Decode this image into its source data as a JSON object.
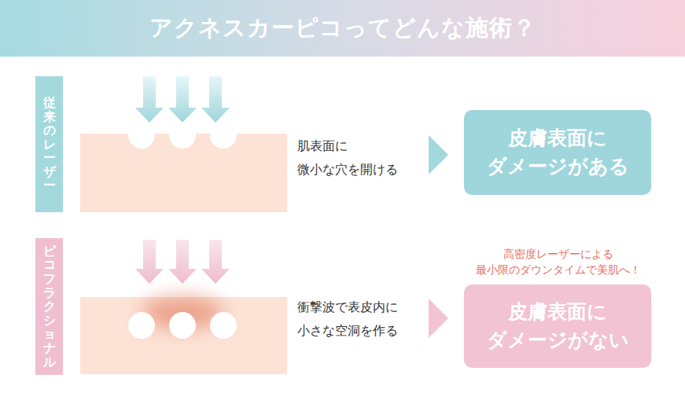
{
  "diagram": {
    "title": "アクネスカーピコってどんな施術？",
    "nodes": [
      {
        "text": [
          "従来のレーザー"
        ]
      },
      {
        "text": [
          "皮膚表面に ダメージがある"
        ]
      },
      {
        "text": [
          "ピコフラクショナル"
        ]
      },
      {
        "text": [
          "皮膚表面に ダメージがない"
        ]
      }
    ],
    "labels": [
      "肌表面に 微小な穴を開ける",
      "衝撃波で表皮内に 小さな空洞を作る",
      "高密度レーザーによる 最小限のダウンタイムで美肌へ！"
    ]
  }
}
